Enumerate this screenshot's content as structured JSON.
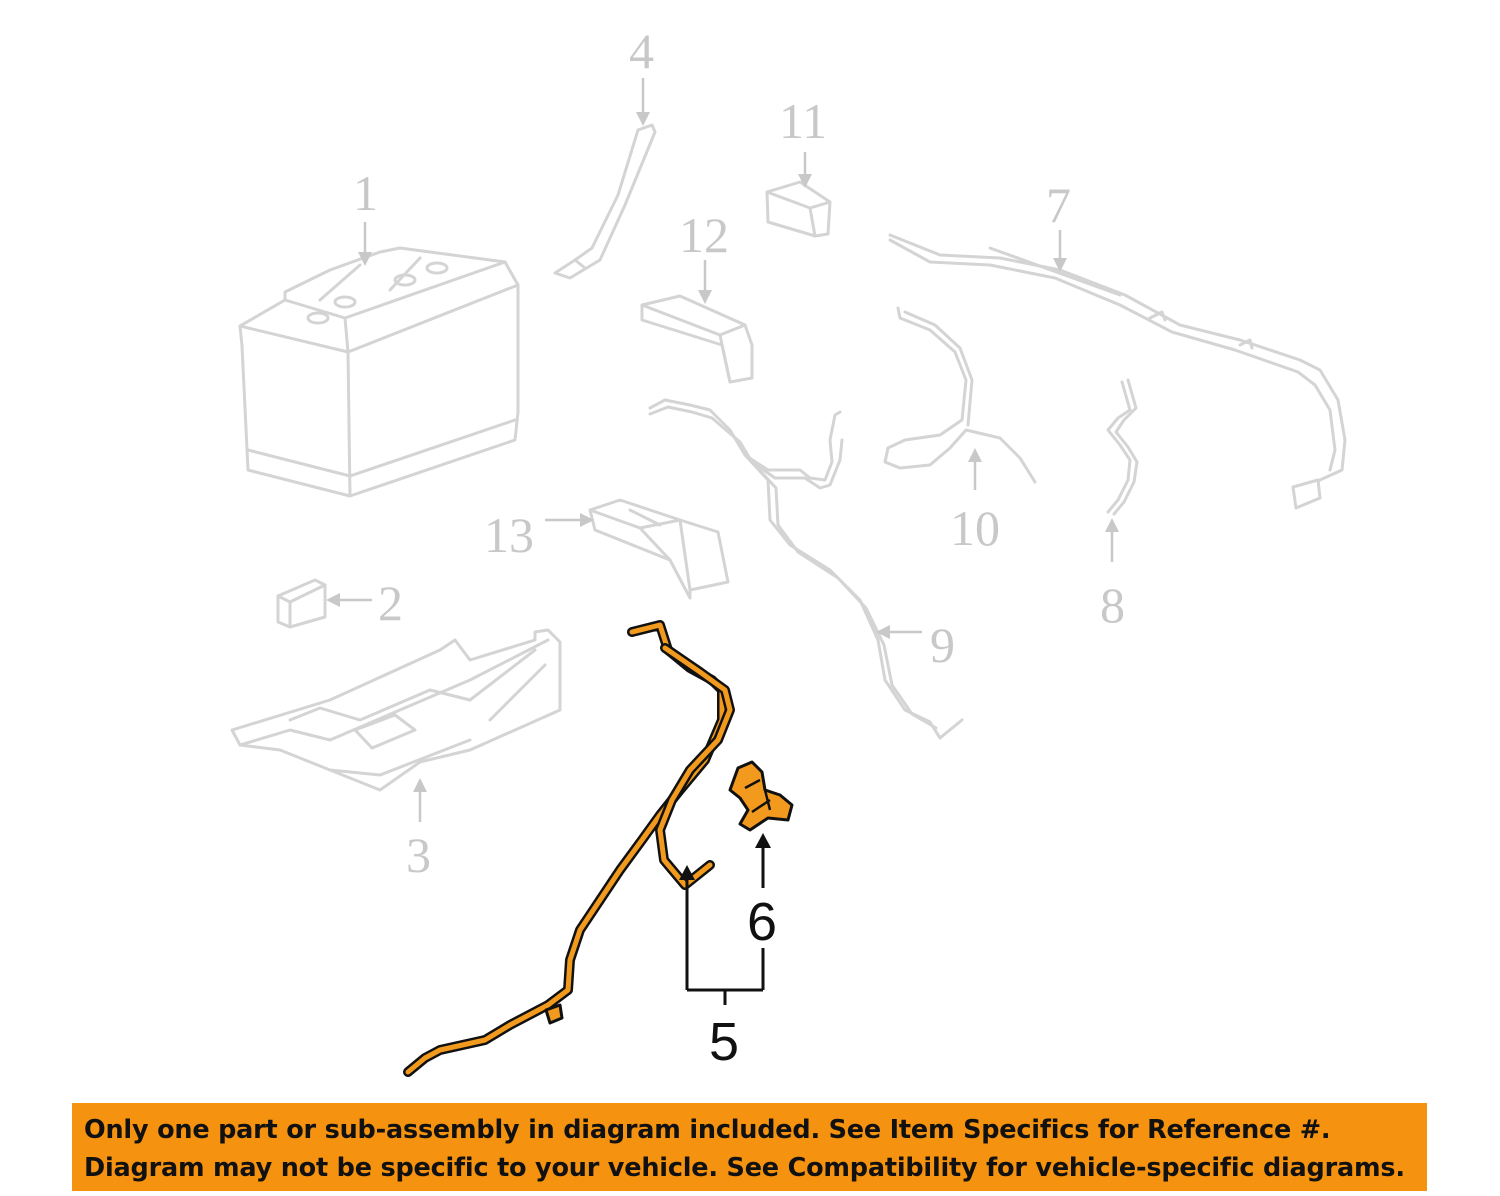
{
  "callouts": {
    "c1": "1",
    "c2": "2",
    "c3": "3",
    "c4": "4",
    "c5": "5",
    "c6": "6",
    "c7": "7",
    "c8": "8",
    "c9": "9",
    "c10": "10",
    "c11": "11",
    "c12": "12",
    "c13": "13"
  },
  "colors": {
    "highlight": "#f29a1e",
    "banner": "#f5920f",
    "ghost": "#d4d4d4"
  },
  "disclaimer": {
    "line1": "Only one part or sub-assembly in diagram included. See Item Specifics for Reference #.",
    "line2": "Diagram may not be specific to your vehicle. See Compatibility for vehicle-specific diagrams."
  }
}
